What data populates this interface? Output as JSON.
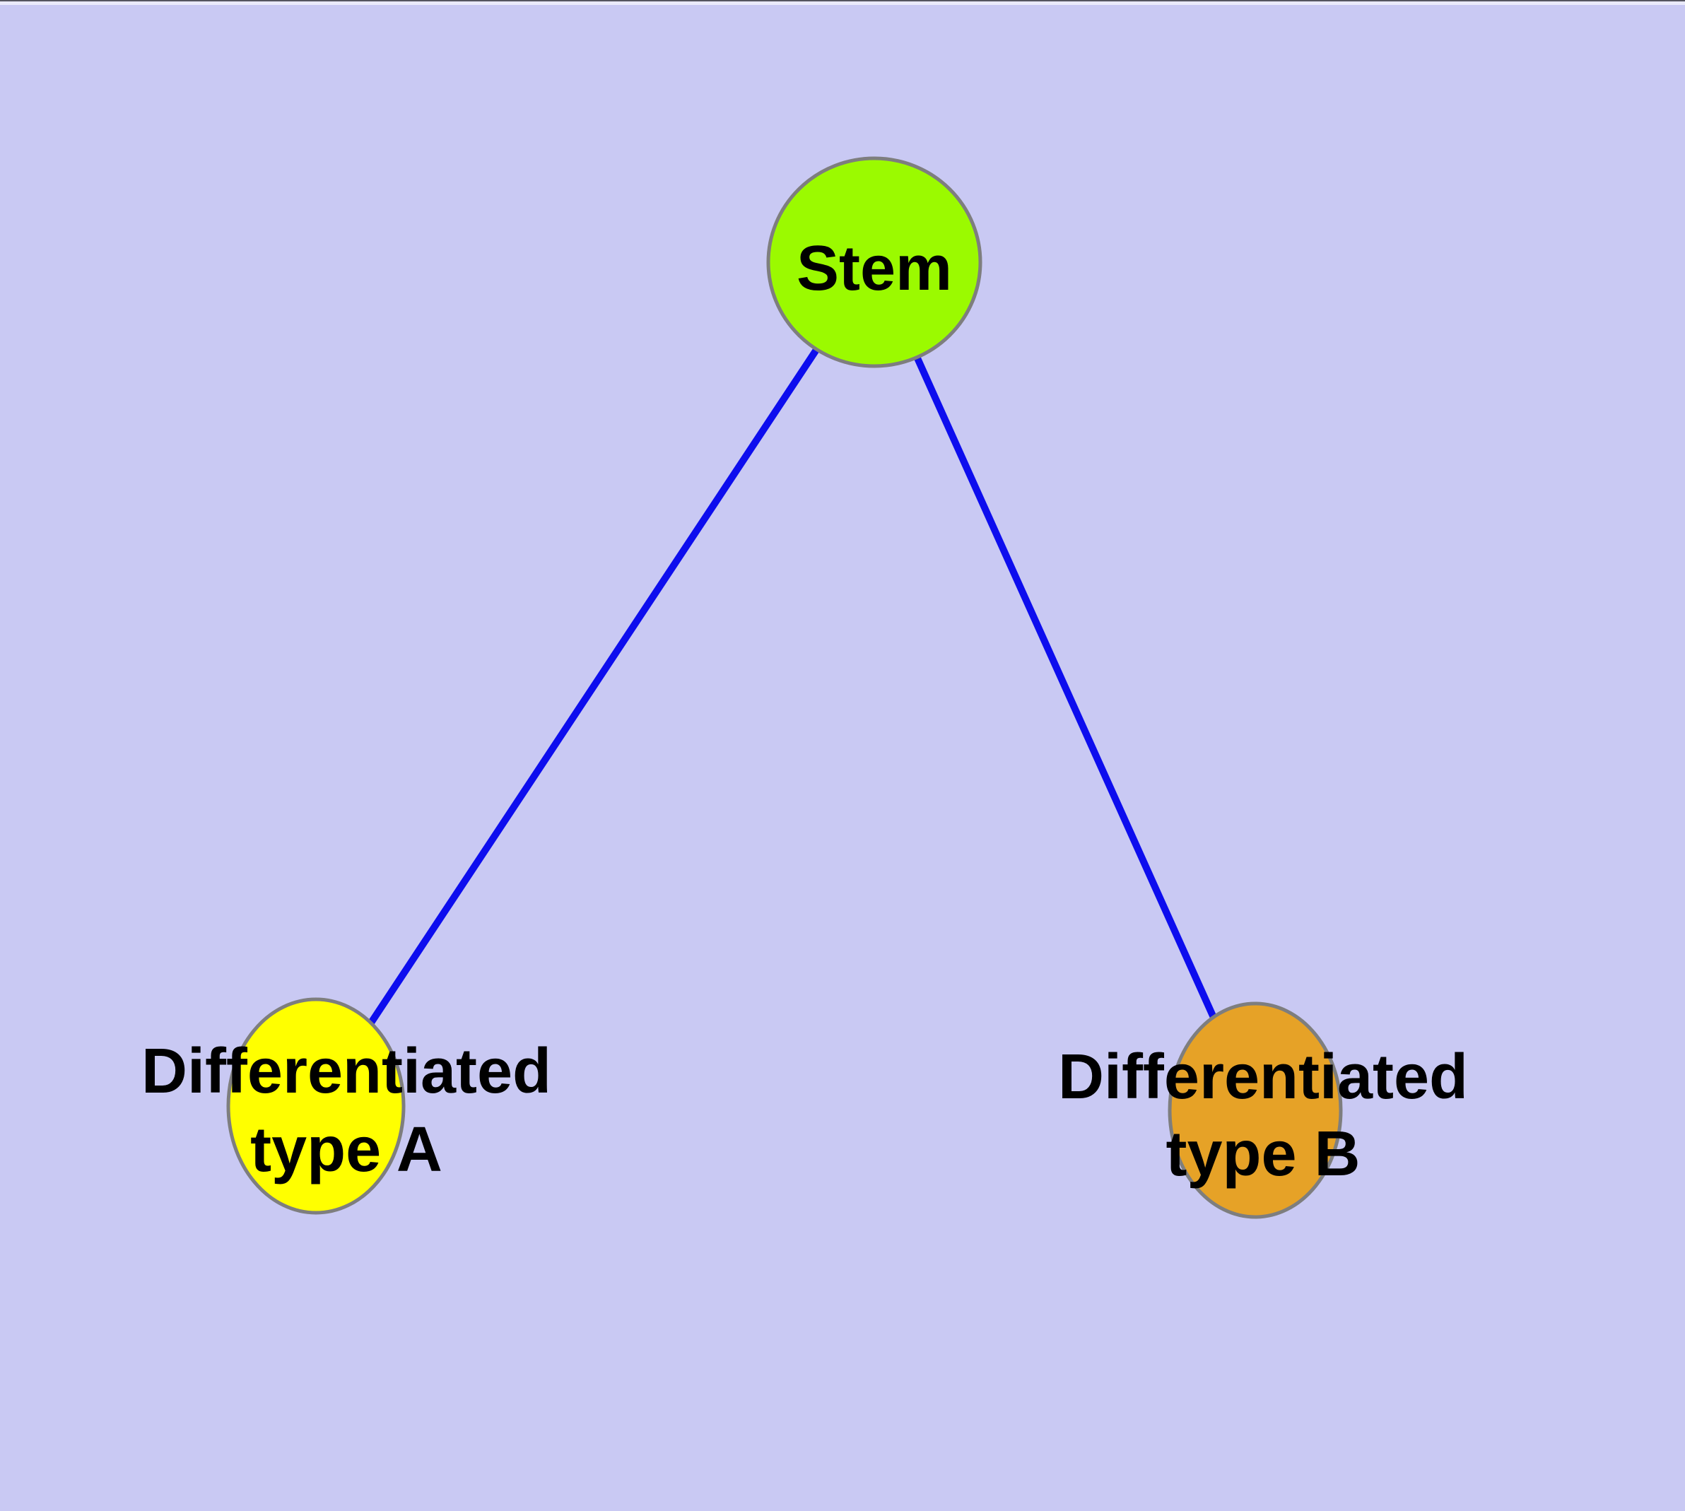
{
  "diagram": {
    "background_color": "#c9c9f3",
    "edge_color": "#0d0dee",
    "node_border_color": "#7e7e7e",
    "label_color": "#000000",
    "nodes": [
      {
        "id": "stem",
        "label": "Stem",
        "label_lines": [
          "Stem"
        ],
        "fill": "#9bfa00"
      },
      {
        "id": "differentiated-type-a",
        "label": "Differentiated type A",
        "label_lines": [
          "Differentiated",
          "type A"
        ],
        "fill": "#ffff00"
      },
      {
        "id": "differentiated-type-b",
        "label": "Differentiated type B",
        "label_lines": [
          "Differentiated",
          "type B"
        ],
        "fill": "#e6a227"
      }
    ],
    "edges": [
      {
        "from": "Stem",
        "to": "Differentiated type A"
      },
      {
        "from": "Stem",
        "to": "Differentiated type B"
      }
    ]
  }
}
